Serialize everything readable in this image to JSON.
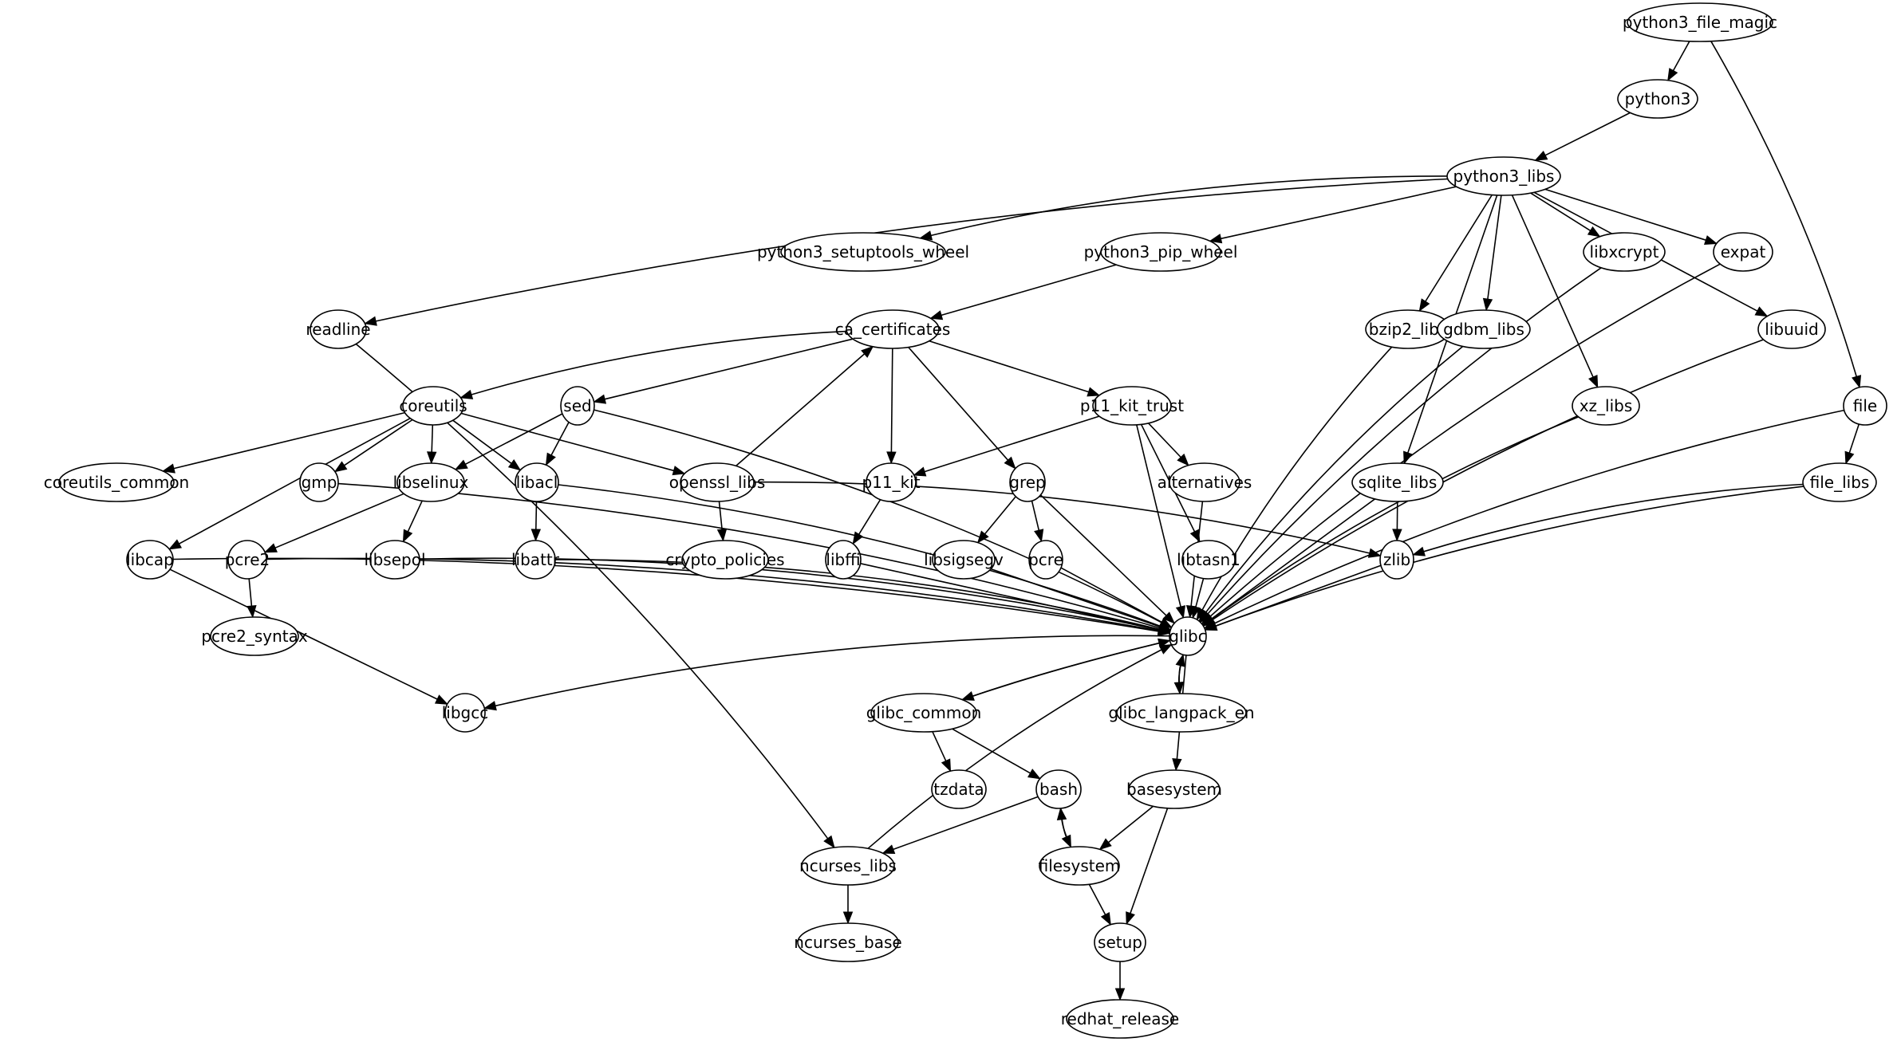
{
  "graph": {
    "type": "package-dependency-graph",
    "directed": true,
    "colors": {
      "node_fill": "#ffffff",
      "stroke": "#000000",
      "text": "#000000",
      "background": "#ffffff"
    },
    "nodes": [
      {
        "id": "python3_file_magic",
        "label": "python3_file_magic"
      },
      {
        "id": "python3",
        "label": "python3"
      },
      {
        "id": "python3_libs",
        "label": "python3_libs"
      },
      {
        "id": "python3_setuptools_wheel",
        "label": "python3_setuptools_wheel"
      },
      {
        "id": "python3_pip_wheel",
        "label": "python3_pip_wheel"
      },
      {
        "id": "libxcrypt",
        "label": "libxcrypt"
      },
      {
        "id": "expat",
        "label": "expat"
      },
      {
        "id": "readline",
        "label": "readline"
      },
      {
        "id": "ca_certificates",
        "label": "ca_certificates"
      },
      {
        "id": "bzip2_libs",
        "label": "bzip2_libs"
      },
      {
        "id": "gdbm_libs",
        "label": "gdbm_libs"
      },
      {
        "id": "libuuid",
        "label": "libuuid"
      },
      {
        "id": "coreutils",
        "label": "coreutils"
      },
      {
        "id": "sed",
        "label": "sed"
      },
      {
        "id": "p11_kit_trust",
        "label": "p11_kit_trust"
      },
      {
        "id": "xz_libs",
        "label": "xz_libs"
      },
      {
        "id": "file",
        "label": "file"
      },
      {
        "id": "coreutils_common",
        "label": "coreutils_common"
      },
      {
        "id": "gmp",
        "label": "gmp"
      },
      {
        "id": "libselinux",
        "label": "libselinux"
      },
      {
        "id": "libacl",
        "label": "libacl"
      },
      {
        "id": "openssl_libs",
        "label": "openssl_libs"
      },
      {
        "id": "p11_kit",
        "label": "p11_kit"
      },
      {
        "id": "grep",
        "label": "grep"
      },
      {
        "id": "alternatives",
        "label": "alternatives"
      },
      {
        "id": "sqlite_libs",
        "label": "sqlite_libs"
      },
      {
        "id": "file_libs",
        "label": "file_libs"
      },
      {
        "id": "libcap",
        "label": "libcap"
      },
      {
        "id": "pcre2",
        "label": "pcre2"
      },
      {
        "id": "libsepol",
        "label": "libsepol"
      },
      {
        "id": "libattr",
        "label": "libattr"
      },
      {
        "id": "crypto_policies",
        "label": "crypto_policies"
      },
      {
        "id": "libffi",
        "label": "libffi"
      },
      {
        "id": "libsigsegv",
        "label": "libsigsegv"
      },
      {
        "id": "pcre",
        "label": "pcre"
      },
      {
        "id": "libtasn1",
        "label": "libtasn1"
      },
      {
        "id": "zlib",
        "label": "zlib"
      },
      {
        "id": "pcre2_syntax",
        "label": "pcre2_syntax"
      },
      {
        "id": "glibc",
        "label": "glibc"
      },
      {
        "id": "libgcc",
        "label": "libgcc"
      },
      {
        "id": "glibc_common",
        "label": "glibc_common"
      },
      {
        "id": "glibc_langpack_en",
        "label": "glibc_langpack_en"
      },
      {
        "id": "tzdata",
        "label": "tzdata"
      },
      {
        "id": "bash",
        "label": "bash"
      },
      {
        "id": "basesystem",
        "label": "basesystem"
      },
      {
        "id": "ncurses_libs",
        "label": "ncurses_libs"
      },
      {
        "id": "filesystem",
        "label": "filesystem"
      },
      {
        "id": "ncurses_base",
        "label": "ncurses_base"
      },
      {
        "id": "setup",
        "label": "setup"
      },
      {
        "id": "redhat_release",
        "label": "redhat_release"
      }
    ],
    "edges": [
      [
        "python3_file_magic",
        "python3"
      ],
      [
        "python3_file_magic",
        "file"
      ],
      [
        "python3",
        "python3_libs"
      ],
      [
        "python3_libs",
        "python3_setuptools_wheel"
      ],
      [
        "python3_libs",
        "python3_pip_wheel"
      ],
      [
        "python3_libs",
        "readline"
      ],
      [
        "python3_libs",
        "bzip2_libs"
      ],
      [
        "python3_libs",
        "gdbm_libs"
      ],
      [
        "python3_libs",
        "xz_libs"
      ],
      [
        "python3_libs",
        "libxcrypt"
      ],
      [
        "python3_libs",
        "expat"
      ],
      [
        "python3_libs",
        "libuuid"
      ],
      [
        "python3_libs",
        "sqlite_libs"
      ],
      [
        "python3_pip_wheel",
        "ca_certificates"
      ],
      [
        "readline",
        "ncurses_libs"
      ],
      [
        "ca_certificates",
        "coreutils"
      ],
      [
        "ca_certificates",
        "sed"
      ],
      [
        "ca_certificates",
        "p11_kit"
      ],
      [
        "ca_certificates",
        "grep"
      ],
      [
        "ca_certificates",
        "p11_kit_trust"
      ],
      [
        "openssl_libs",
        "ca_certificates"
      ],
      [
        "coreutils",
        "coreutils_common"
      ],
      [
        "coreutils",
        "libcap"
      ],
      [
        "coreutils",
        "gmp"
      ],
      [
        "coreutils",
        "libselinux"
      ],
      [
        "coreutils",
        "libacl"
      ],
      [
        "coreutils",
        "openssl_libs"
      ],
      [
        "sed",
        "libselinux"
      ],
      [
        "sed",
        "libacl"
      ],
      [
        "sed",
        "glibc"
      ],
      [
        "p11_kit_trust",
        "p11_kit"
      ],
      [
        "p11_kit_trust",
        "alternatives"
      ],
      [
        "p11_kit_trust",
        "libtasn1"
      ],
      [
        "p11_kit_trust",
        "glibc"
      ],
      [
        "file",
        "file_libs"
      ],
      [
        "file",
        "glibc"
      ],
      [
        "gmp",
        "glibc"
      ],
      [
        "libselinux",
        "pcre2"
      ],
      [
        "libselinux",
        "libsepol"
      ],
      [
        "libacl",
        "libattr"
      ],
      [
        "libacl",
        "glibc"
      ],
      [
        "openssl_libs",
        "crypto_policies"
      ],
      [
        "openssl_libs",
        "zlib"
      ],
      [
        "p11_kit",
        "libffi"
      ],
      [
        "grep",
        "libsigsegv"
      ],
      [
        "grep",
        "pcre"
      ],
      [
        "grep",
        "glibc"
      ],
      [
        "alternatives",
        "glibc"
      ],
      [
        "sqlite_libs",
        "zlib"
      ],
      [
        "sqlite_libs",
        "glibc"
      ],
      [
        "file_libs",
        "zlib"
      ],
      [
        "file_libs",
        "glibc"
      ],
      [
        "libcap",
        "glibc"
      ],
      [
        "libcap",
        "libgcc"
      ],
      [
        "pcre2",
        "pcre2_syntax"
      ],
      [
        "pcre2",
        "glibc"
      ],
      [
        "libsepol",
        "glibc"
      ],
      [
        "libattr",
        "glibc"
      ],
      [
        "libffi",
        "glibc"
      ],
      [
        "libsigsegv",
        "glibc"
      ],
      [
        "pcre",
        "glibc"
      ],
      [
        "libtasn1",
        "glibc"
      ],
      [
        "zlib",
        "glibc"
      ],
      [
        "bzip2_libs",
        "glibc"
      ],
      [
        "gdbm_libs",
        "glibc"
      ],
      [
        "xz_libs",
        "glibc"
      ],
      [
        "libxcrypt",
        "glibc"
      ],
      [
        "expat",
        "glibc"
      ],
      [
        "libuuid",
        "glibc"
      ],
      [
        "glibc",
        "libgcc"
      ],
      [
        "glibc",
        "glibc_common"
      ],
      [
        "glibc_common",
        "glibc"
      ],
      [
        "glibc",
        "glibc_langpack_en"
      ],
      [
        "glibc_langpack_en",
        "glibc"
      ],
      [
        "glibc",
        "basesystem"
      ],
      [
        "glibc_common",
        "tzdata"
      ],
      [
        "glibc_common",
        "bash"
      ],
      [
        "ncurses_libs",
        "glibc"
      ],
      [
        "bash",
        "ncurses_libs"
      ],
      [
        "bash",
        "filesystem"
      ],
      [
        "filesystem",
        "bash"
      ],
      [
        "basesystem",
        "filesystem"
      ],
      [
        "basesystem",
        "setup"
      ],
      [
        "ncurses_libs",
        "ncurses_base"
      ],
      [
        "filesystem",
        "setup"
      ],
      [
        "setup",
        "redhat_release"
      ]
    ]
  }
}
